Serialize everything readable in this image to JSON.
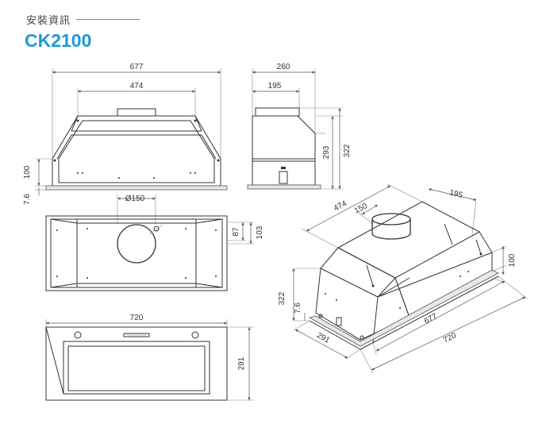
{
  "header": {
    "label": "安裝資訊",
    "model": "CK2100"
  },
  "dims": {
    "front_overall": "677",
    "front_top": "474",
    "front_height": "100",
    "front_base": "7.6",
    "side_overall": "260",
    "side_top": "195",
    "side_h1": "293",
    "side_h2": "322",
    "plan_duct": "Ø150",
    "plan_d1": "87",
    "plan_d2": "103",
    "bottom_width": "720",
    "bottom_depth": "291",
    "iso_top_w": "474",
    "iso_duct": "150",
    "iso_top_d": "195",
    "iso_height": "100",
    "iso_total_h": "322",
    "iso_base": "7.6",
    "iso_depth": "291",
    "iso_w1": "677",
    "iso_w2": "720"
  }
}
